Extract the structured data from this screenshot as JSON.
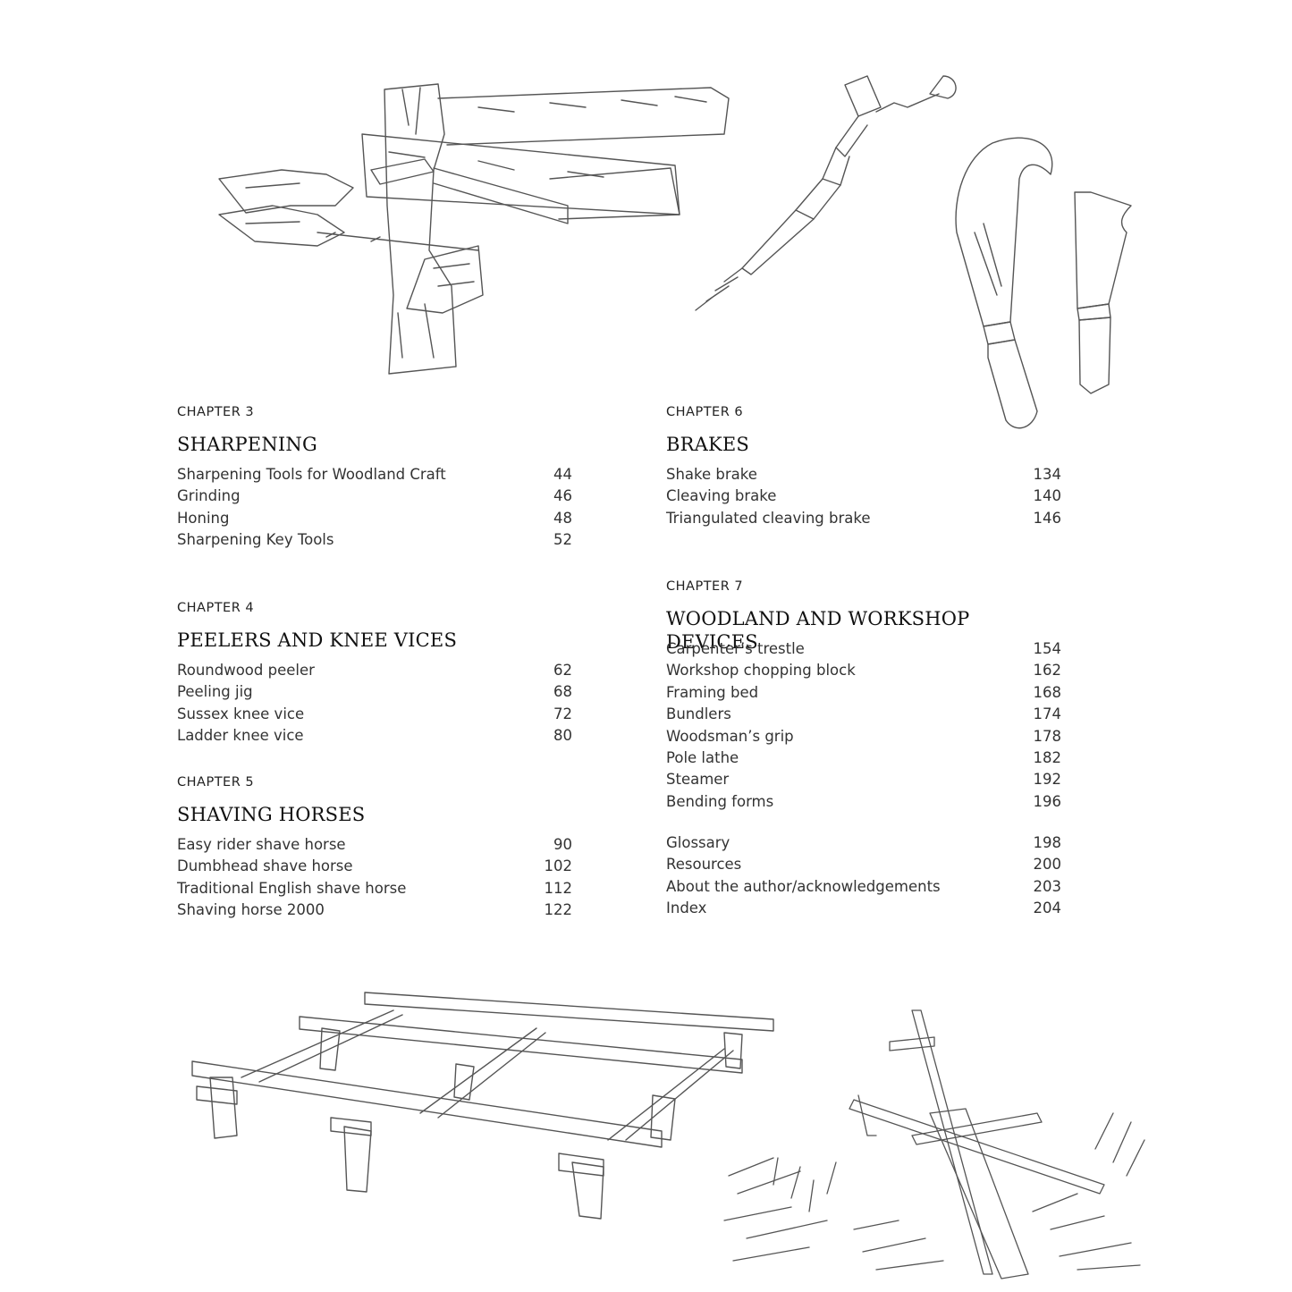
{
  "chapters": [
    {
      "label": "CHAPTER 3",
      "title": "SHARPENING",
      "entries": [
        {
          "title": "Sharpening Tools for Woodland Craft",
          "page": "44"
        },
        {
          "title": "Grinding",
          "page": "46"
        },
        {
          "title": "Honing",
          "page": "48"
        },
        {
          "title": "Sharpening Key Tools",
          "page": "52"
        }
      ]
    },
    {
      "label": "CHAPTER 4",
      "title": "PEELERS AND KNEE VICES",
      "entries": [
        {
          "title": "Roundwood peeler",
          "page": "62"
        },
        {
          "title": "Peeling jig",
          "page": "68"
        },
        {
          "title": "Sussex knee vice",
          "page": "72"
        },
        {
          "title": "Ladder knee vice",
          "page": "80"
        }
      ]
    },
    {
      "label": "CHAPTER 5",
      "title": "SHAVING HORSES",
      "entries": [
        {
          "title": "Easy rider shave horse",
          "page": "90"
        },
        {
          "title": "Dumbhead shave horse",
          "page": "102"
        },
        {
          "title": "Traditional English shave horse",
          "page": "112"
        },
        {
          "title": "Shaving horse 2000",
          "page": "122"
        }
      ]
    },
    {
      "label": "CHAPTER 6",
      "title": "BRAKES",
      "entries": [
        {
          "title": "Shake brake",
          "page": "134"
        },
        {
          "title": "Cleaving brake",
          "page": "140"
        },
        {
          "title": "Triangulated cleaving brake",
          "page": "146"
        }
      ]
    },
    {
      "label": "CHAPTER 7",
      "title": "WOODLAND AND WORKSHOP DEVICES",
      "entries": [
        {
          "title": "Carpenter’s trestle",
          "page": "154"
        },
        {
          "title": "Workshop chopping block",
          "page": "162"
        },
        {
          "title": "Framing bed",
          "page": "168"
        },
        {
          "title": "Bundlers",
          "page": "174"
        },
        {
          "title": "Woodsman’s grip",
          "page": "178"
        },
        {
          "title": "Pole lathe",
          "page": "182"
        },
        {
          "title": "Steamer",
          "page": "192"
        },
        {
          "title": "Bending forms",
          "page": "196"
        }
      ]
    }
  ],
  "back_matter": [
    {
      "title": "Glossary",
      "page": "198"
    },
    {
      "title": "Resources",
      "page": "200"
    },
    {
      "title": "About the author/acknowledgements",
      "page": "203"
    },
    {
      "title": "Index",
      "page": "204"
    }
  ],
  "illustrations": {
    "ink_color": "#555555",
    "items": [
      "hands-peeling-log-illustration",
      "brace-and-bit-icon",
      "billhook-icon",
      "framing-bed-illustration",
      "pole-lathe-illustration"
    ]
  }
}
